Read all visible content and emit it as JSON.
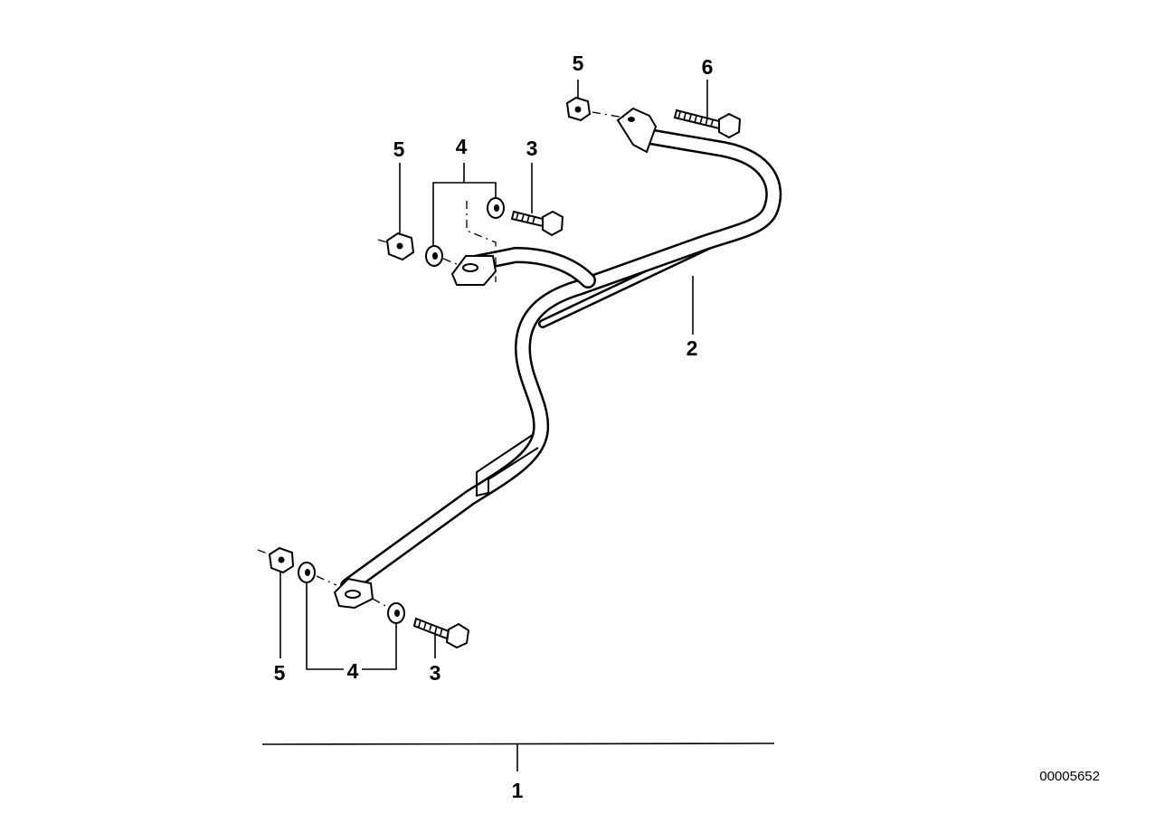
{
  "diagram": {
    "reference_number": "00005652",
    "callouts": {
      "c1": "1",
      "c2": "2",
      "c3_upper": "3",
      "c3_lower": "3",
      "c4_upper": "4",
      "c4_lower": "4",
      "c5_upper_left": "5",
      "c5_top": "5",
      "c5_lower": "5",
      "c6": "6"
    }
  }
}
